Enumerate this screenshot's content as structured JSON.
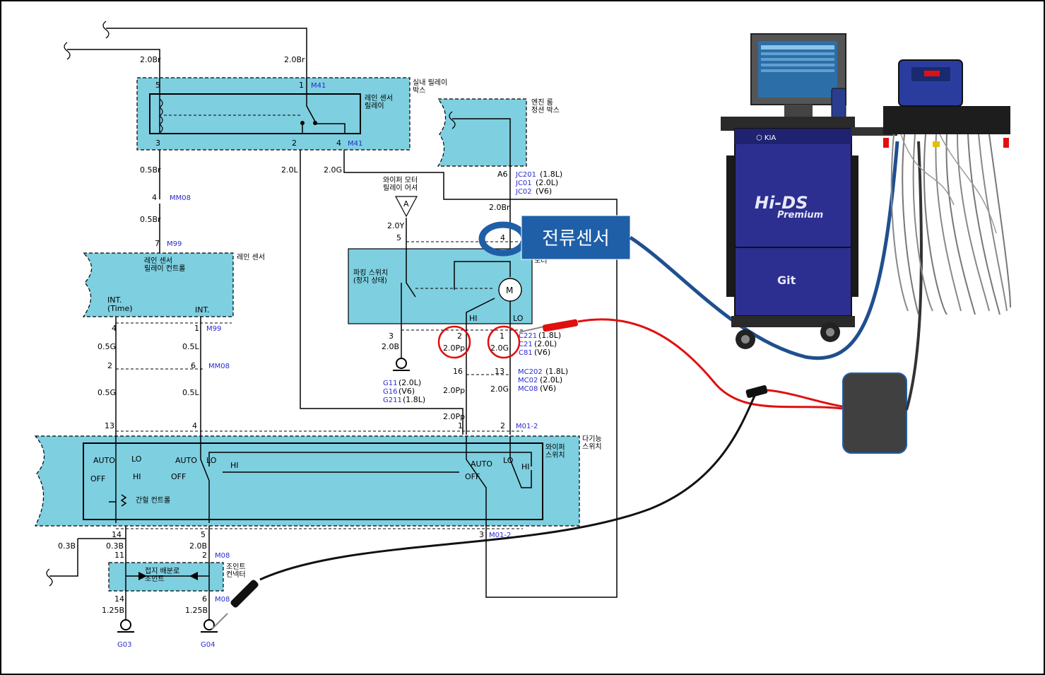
{
  "wire_labels": {
    "br_left_top": "2.0Br",
    "br_mid_top": "2.0Br",
    "relay_out_left": "0.5Br",
    "relay_out_mid": "2.0L",
    "relay_out_right": "2.0G",
    "mm08_below": "0.5Br",
    "g_05_a": "0.5G",
    "l_05_a": "0.5L",
    "g_05_b": "0.5G",
    "l_05_b": "0.5L",
    "y_20": "2.0Y",
    "b_20": "2.0B",
    "br_20_motor": "2.0Br",
    "pp_20_a": "2.0Pp",
    "g_20_a": "2.0G",
    "pp_20_b": "2.0Pp",
    "g_20_b": "2.0G",
    "pp_20_c": "2.0Pp",
    "b_03_a": "0.3B",
    "b_03_b": "0.3B",
    "b_20_bottom": "2.0B",
    "b_125_a": "1.25B",
    "b_125_b": "1.25B"
  },
  "pin_numbers": {
    "p5": "5",
    "p1": "1",
    "p3": "3",
    "p2": "2",
    "p4": "4",
    "a6": "A6",
    "mm08_4": "4",
    "m99_7": "7",
    "int_4": "4",
    "int_1": "1",
    "mm08_2": "2",
    "mm08_6": "6",
    "motor_5": "5",
    "motor_4": "4",
    "motor_3": "3",
    "motor_2": "2",
    "motor_1": "1",
    "m16": "16",
    "m13": "13",
    "sw_13": "13",
    "sw_4": "4",
    "sw_1": "1",
    "sw_2": "2",
    "sw_14": "14",
    "sw_5": "5",
    "sw_3": "3",
    "c_11": "11",
    "c_2": "2",
    "c_14": "14",
    "c_6": "6"
  },
  "connector_codes": {
    "m41_top": "M41",
    "m41_bot": "M41",
    "mm08_a": "MM08",
    "m99_a": "M99",
    "m99_b": "M99",
    "mm08_b": "MM08",
    "jc201": "JC201",
    "jc01": "JC01",
    "jc02": "JC02",
    "j_18": "(1.8L)",
    "j_20": "(2.0L)",
    "j_v6": "(V6)",
    "c221": "C221",
    "c21": "C21",
    "c81": "C81",
    "c_18": "(1.8L)",
    "c_20": "(2.0L)",
    "c_v6": "(V6)",
    "mc202": "MC202",
    "mc02": "MC02",
    "mc08": "MC08",
    "mc_18": "(1.8L)",
    "mc_20": "(2.0L)",
    "mc_v6": "(V6)",
    "g11": "G11",
    "g16": "G16",
    "g211": "G211",
    "g_20": "(2.0L)",
    "g_v6": "(V6)",
    "g_18": "(1.8L)",
    "m01_2_a": "M01-2",
    "m01_2_b": "M01-2",
    "m08_a": "M08",
    "m08_b": "M08",
    "g03": "G03",
    "g04": "G04"
  },
  "component_labels": {
    "relay_box_line1": "실내 릴레이",
    "relay_box_line2": "박스",
    "rain_relay_line1": "레인 센서",
    "rain_relay_line2": "릴레이",
    "engine_box_line1": "엔진 룸",
    "engine_box_line2": "정션 박스",
    "wiper_relay_line1": "와이퍼 모터",
    "wiper_relay_line2": "릴레이 어셔",
    "rain_ctrl_line1": "레인 센서",
    "rain_ctrl_line2": "릴레이 컨트롤",
    "rain_sensor": "레인 센서",
    "int_time_1": "INT.",
    "int_time_2": "(Time)",
    "int_2": "INT.",
    "park_switch_line1": "파킹 스위치",
    "park_switch_line2": "(정지 상태)",
    "motor_symbol": "M",
    "motor_hi": "HI",
    "motor_lo": "LO",
    "relay_a": "A",
    "switch_group_line1": "다기능",
    "switch_group_line2": "스위치",
    "wiper_switch_line1": "와이퍼",
    "wiper_switch_line2": "스위치",
    "auto_1": "AUTO",
    "lo_1": "LO",
    "off_1": "OFF",
    "hi_1": "HI",
    "auto_2": "AUTO",
    "lo_2": "LO",
    "off_2": "OFF",
    "hi_2": "HI",
    "auto_3": "AUTO",
    "lo_3": "LO",
    "off_3": "OFF",
    "hi_3": "HI",
    "interval_control": "간헐 컨트롤",
    "joint_line1": "접지 배분로",
    "joint_line2": "조인트",
    "joint_right_line1": "조인트",
    "joint_right_line2": "컨넥터",
    "motor_side": "모터"
  },
  "callout": {
    "text": "전류센서",
    "color": "#1f5fa8"
  },
  "equipment": {
    "brand_line1": "Hi-DS",
    "brand_line2": "Premium",
    "logo": "Git",
    "cabinet_color": "#2c2f8f"
  },
  "colors": {
    "box_fill": "#7ecfe0",
    "highlight_circle": "#e01010",
    "probe_red": "#e01010",
    "probe_black": "#111111",
    "sensor_cable": "#1f4f8f",
    "module_fill": "#404040"
  },
  "icons": {
    "ground": "ground-icon",
    "motor": "motor-icon",
    "probe": "probe-icon",
    "clamp": "current-clamp-icon"
  }
}
